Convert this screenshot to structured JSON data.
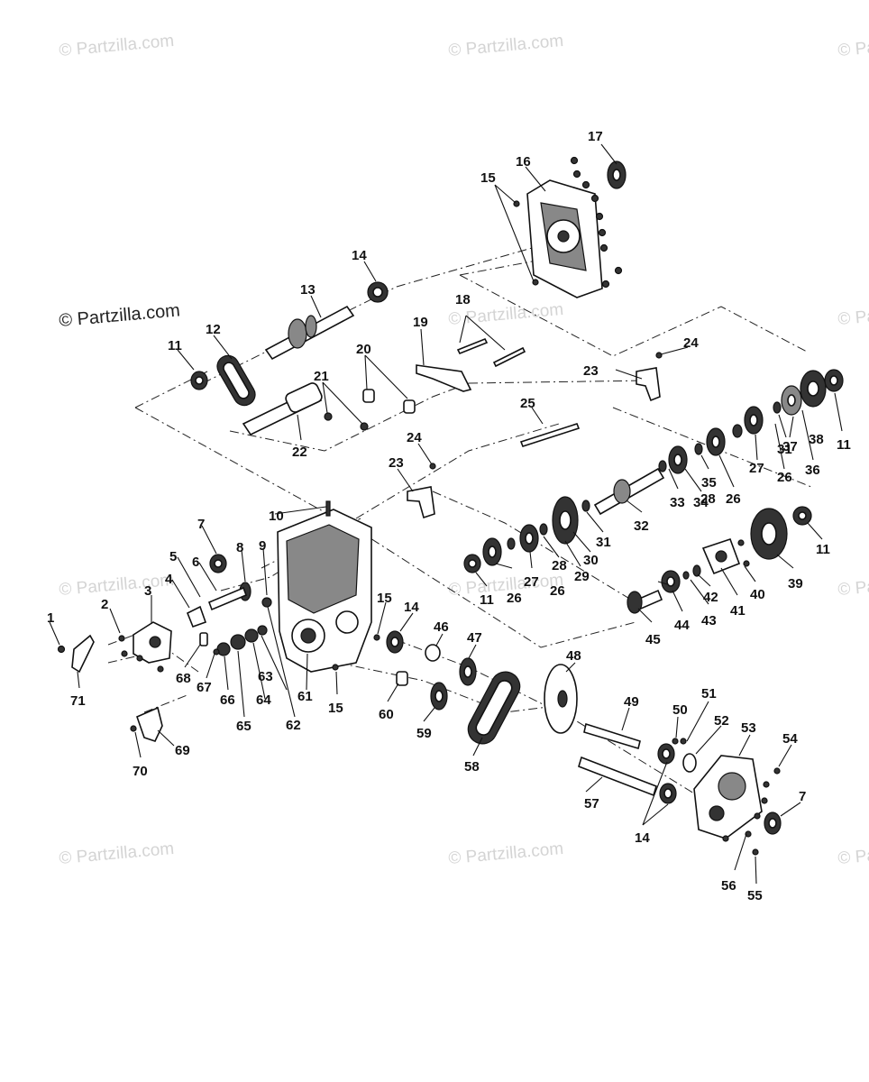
{
  "watermark": {
    "text": "© Partzilla.com",
    "prominent_text": "© Partzilla.com"
  },
  "callouts": [
    {
      "id": "c1",
      "label": "1"
    },
    {
      "id": "c2",
      "label": "2"
    },
    {
      "id": "c3",
      "label": "3"
    },
    {
      "id": "c4",
      "label": "4"
    },
    {
      "id": "c5",
      "label": "5"
    },
    {
      "id": "c6",
      "label": "6"
    },
    {
      "id": "c7a",
      "label": "7"
    },
    {
      "id": "c7b",
      "label": "7"
    },
    {
      "id": "c8",
      "label": "8"
    },
    {
      "id": "c9",
      "label": "9"
    },
    {
      "id": "c10",
      "label": "10"
    },
    {
      "id": "c11a",
      "label": "11"
    },
    {
      "id": "c11b",
      "label": "11"
    },
    {
      "id": "c11c",
      "label": "11"
    },
    {
      "id": "c11d",
      "label": "11"
    },
    {
      "id": "c12",
      "label": "12"
    },
    {
      "id": "c13",
      "label": "13"
    },
    {
      "id": "c14a",
      "label": "14"
    },
    {
      "id": "c14b",
      "label": "14"
    },
    {
      "id": "c14c",
      "label": "14"
    },
    {
      "id": "c15a",
      "label": "15"
    },
    {
      "id": "c15b",
      "label": "15"
    },
    {
      "id": "c15c",
      "label": "15"
    },
    {
      "id": "c16",
      "label": "16"
    },
    {
      "id": "c17",
      "label": "17"
    },
    {
      "id": "c18",
      "label": "18"
    },
    {
      "id": "c19",
      "label": "19"
    },
    {
      "id": "c20",
      "label": "20"
    },
    {
      "id": "c21",
      "label": "21"
    },
    {
      "id": "c22",
      "label": "22"
    },
    {
      "id": "c23a",
      "label": "23"
    },
    {
      "id": "c23b",
      "label": "23"
    },
    {
      "id": "c24a",
      "label": "24"
    },
    {
      "id": "c24b",
      "label": "24"
    },
    {
      "id": "c25",
      "label": "25"
    },
    {
      "id": "c26a",
      "label": "26"
    },
    {
      "id": "c26b",
      "label": "26"
    },
    {
      "id": "c26c",
      "label": "26"
    },
    {
      "id": "c26d",
      "label": "26"
    },
    {
      "id": "c27a",
      "label": "27"
    },
    {
      "id": "c27b",
      "label": "27"
    },
    {
      "id": "c28a",
      "label": "28"
    },
    {
      "id": "c28b",
      "label": "28"
    },
    {
      "id": "c29",
      "label": "29"
    },
    {
      "id": "c30",
      "label": "30"
    },
    {
      "id": "c31a",
      "label": "31"
    },
    {
      "id": "c31b",
      "label": "31"
    },
    {
      "id": "c32",
      "label": "32"
    },
    {
      "id": "c33",
      "label": "33"
    },
    {
      "id": "c34",
      "label": "34"
    },
    {
      "id": "c35",
      "label": "35"
    },
    {
      "id": "c36",
      "label": "36"
    },
    {
      "id": "c37",
      "label": "37"
    },
    {
      "id": "c38",
      "label": "38"
    },
    {
      "id": "c39",
      "label": "39"
    },
    {
      "id": "c40",
      "label": "40"
    },
    {
      "id": "c41",
      "label": "41"
    },
    {
      "id": "c42",
      "label": "42"
    },
    {
      "id": "c43",
      "label": "43"
    },
    {
      "id": "c44",
      "label": "44"
    },
    {
      "id": "c45",
      "label": "45"
    },
    {
      "id": "c46",
      "label": "46"
    },
    {
      "id": "c47",
      "label": "47"
    },
    {
      "id": "c48",
      "label": "48"
    },
    {
      "id": "c49",
      "label": "49"
    },
    {
      "id": "c50",
      "label": "50"
    },
    {
      "id": "c51",
      "label": "51"
    },
    {
      "id": "c52",
      "label": "52"
    },
    {
      "id": "c53",
      "label": "53"
    },
    {
      "id": "c54",
      "label": "54"
    },
    {
      "id": "c55",
      "label": "55"
    },
    {
      "id": "c56",
      "label": "56"
    },
    {
      "id": "c57",
      "label": "57"
    },
    {
      "id": "c58",
      "label": "58"
    },
    {
      "id": "c59",
      "label": "59"
    },
    {
      "id": "c60",
      "label": "60"
    },
    {
      "id": "c61",
      "label": "61"
    },
    {
      "id": "c62",
      "label": "62"
    },
    {
      "id": "c63",
      "label": "63"
    },
    {
      "id": "c64",
      "label": "64"
    },
    {
      "id": "c65",
      "label": "65"
    },
    {
      "id": "c66",
      "label": "66"
    },
    {
      "id": "c67",
      "label": "67"
    },
    {
      "id": "c68",
      "label": "68"
    },
    {
      "id": "c69",
      "label": "69"
    },
    {
      "id": "c70",
      "label": "70"
    },
    {
      "id": "c71",
      "label": "71"
    }
  ]
}
